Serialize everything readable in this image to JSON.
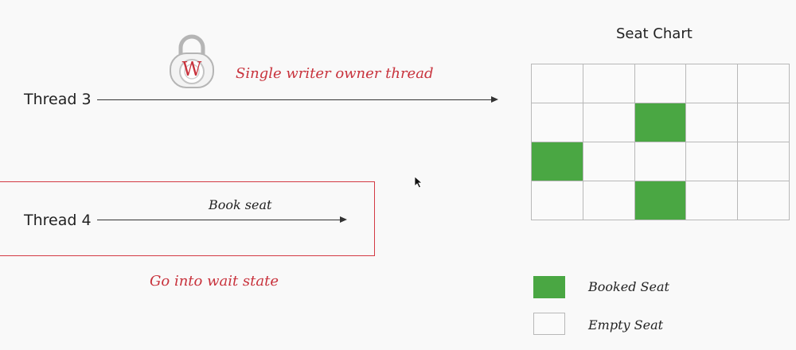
{
  "threads": {
    "thread3_label": "Thread 3",
    "thread4_label": "Thread 4"
  },
  "lock": {
    "letter": "W",
    "caption": "Single writer owner thread"
  },
  "book_seat_label": "Book seat",
  "wait_state_label": "Go into wait state",
  "seat_chart": {
    "title": "Seat Chart",
    "rows": 4,
    "columns": 5,
    "cells": [
      [
        "empty",
        "empty",
        "empty",
        "empty",
        "empty"
      ],
      [
        "empty",
        "empty",
        "booked",
        "empty",
        "empty"
      ],
      [
        "booked",
        "empty",
        "empty",
        "empty",
        "empty"
      ],
      [
        "empty",
        "empty",
        "booked",
        "empty",
        "empty"
      ]
    ]
  },
  "legend": {
    "booked_label": "Booked Seat",
    "empty_label": "Empty Seat"
  },
  "colors": {
    "booked": "#4aa743",
    "annotation_red": "#c8323c"
  }
}
